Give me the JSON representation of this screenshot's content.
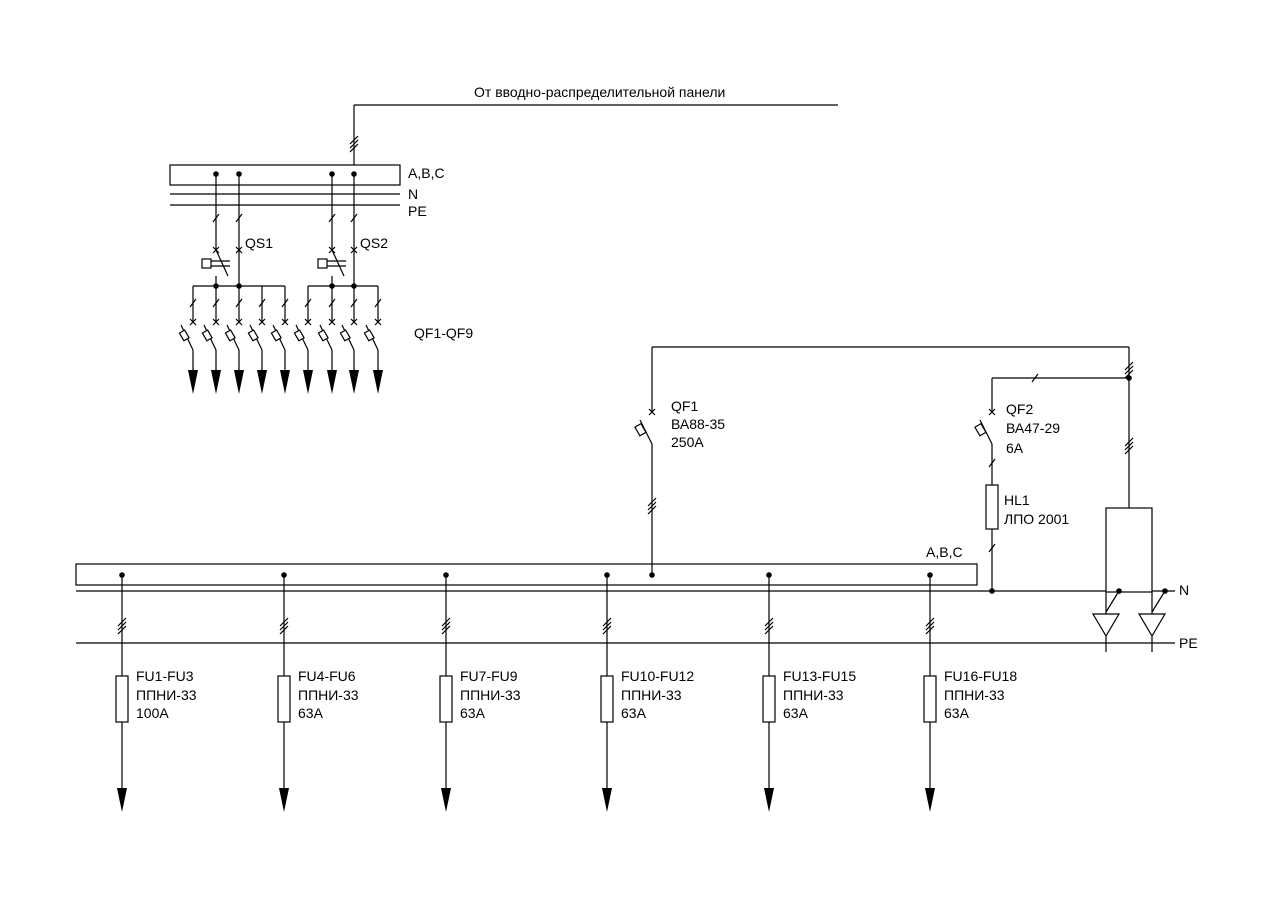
{
  "supply_label": "От вводно-распределительной панели",
  "upper_panel": {
    "bus_labels": {
      "phases": "A,B,C",
      "neutral": "N",
      "pe": "PE"
    },
    "switches": [
      {
        "id": "QS1"
      },
      {
        "id": "QS2"
      }
    ],
    "breaker_group_label": "QF1-QF9"
  },
  "lower_panel": {
    "bus_labels": {
      "phases": "A,B,C",
      "neutral": "N",
      "pe": "PE"
    },
    "main_breaker": {
      "id": "QF1",
      "model": "ВА88-35",
      "rating": "250А"
    },
    "aux_breaker": {
      "id": "QF2",
      "model": "ВА47-29",
      "rating": "6А"
    },
    "lamp": {
      "id": "HL1",
      "model": "ЛПО 2001"
    },
    "feeders": [
      {
        "id": "FU1-FU3",
        "model": "ППНИ-33",
        "rating": "100А"
      },
      {
        "id": "FU4-FU6",
        "model": "ППНИ-33",
        "rating": "63А"
      },
      {
        "id": "FU7-FU9",
        "model": "ППНИ-33",
        "rating": "63А"
      },
      {
        "id": "FU10-FU12",
        "model": "ППНИ-33",
        "rating": "63А"
      },
      {
        "id": "FU13-FU15",
        "model": "ППНИ-33",
        "rating": "63А"
      },
      {
        "id": "FU16-FU18",
        "model": "ППНИ-33",
        "rating": "63А"
      }
    ]
  }
}
